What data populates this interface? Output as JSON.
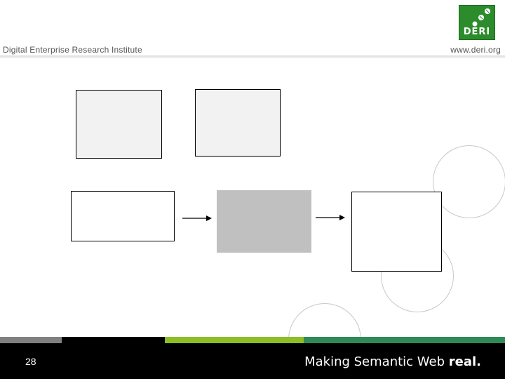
{
  "header": {
    "institute": "Digital Enterprise Research Institute",
    "website": "www.deri.org",
    "logo_text": "DERI"
  },
  "footer": {
    "page_number": "28",
    "tagline_part1": "Making Semantic Web ",
    "tagline_part2": "real."
  },
  "colors": {
    "stripe_gray": "#808080",
    "stripe_black": "#000000",
    "stripe_lime": "#8cbf26",
    "stripe_green": "#2e8b57",
    "logo_green": "#2c8c2c",
    "box_light_fill": "#f2f2f2",
    "box_dark_fill": "#c0c0c0"
  }
}
